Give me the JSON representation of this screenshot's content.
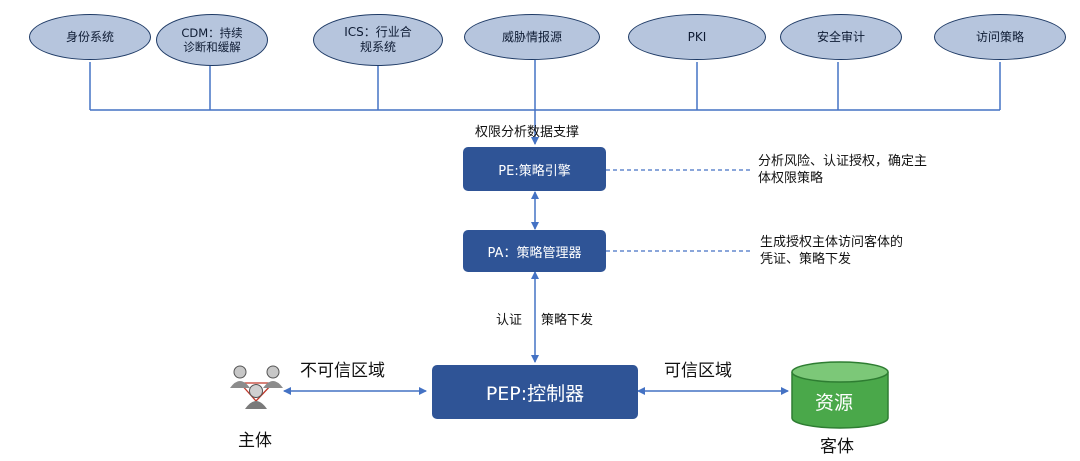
{
  "sources": [
    "身份系统",
    "CDM：持续诊断和缓解",
    "ICS：行业合规系统",
    "威胁情报源",
    "PKI",
    "安全审计",
    "访问策略"
  ],
  "support_label": "权限分析数据支撑",
  "pe": {
    "label": "PE:策略引擎",
    "note": "分析风险、认证授权，确定主体权限策略"
  },
  "pa": {
    "label": "PA：策略管理器",
    "note": "生成授权主体访问客体的凭证、策略下发"
  },
  "pa_pep_left": "认证",
  "pa_pep_right": "策略下发",
  "pep": {
    "label": "PEP:控制器"
  },
  "untrusted": "不可信区域",
  "trusted": "可信区域",
  "subject": "主体",
  "object": "客体",
  "resource": "资源",
  "colors": {
    "box": "#2f5496",
    "oval": "#b6c5dd",
    "line": "#4472c4",
    "db": "#4aa84a"
  }
}
